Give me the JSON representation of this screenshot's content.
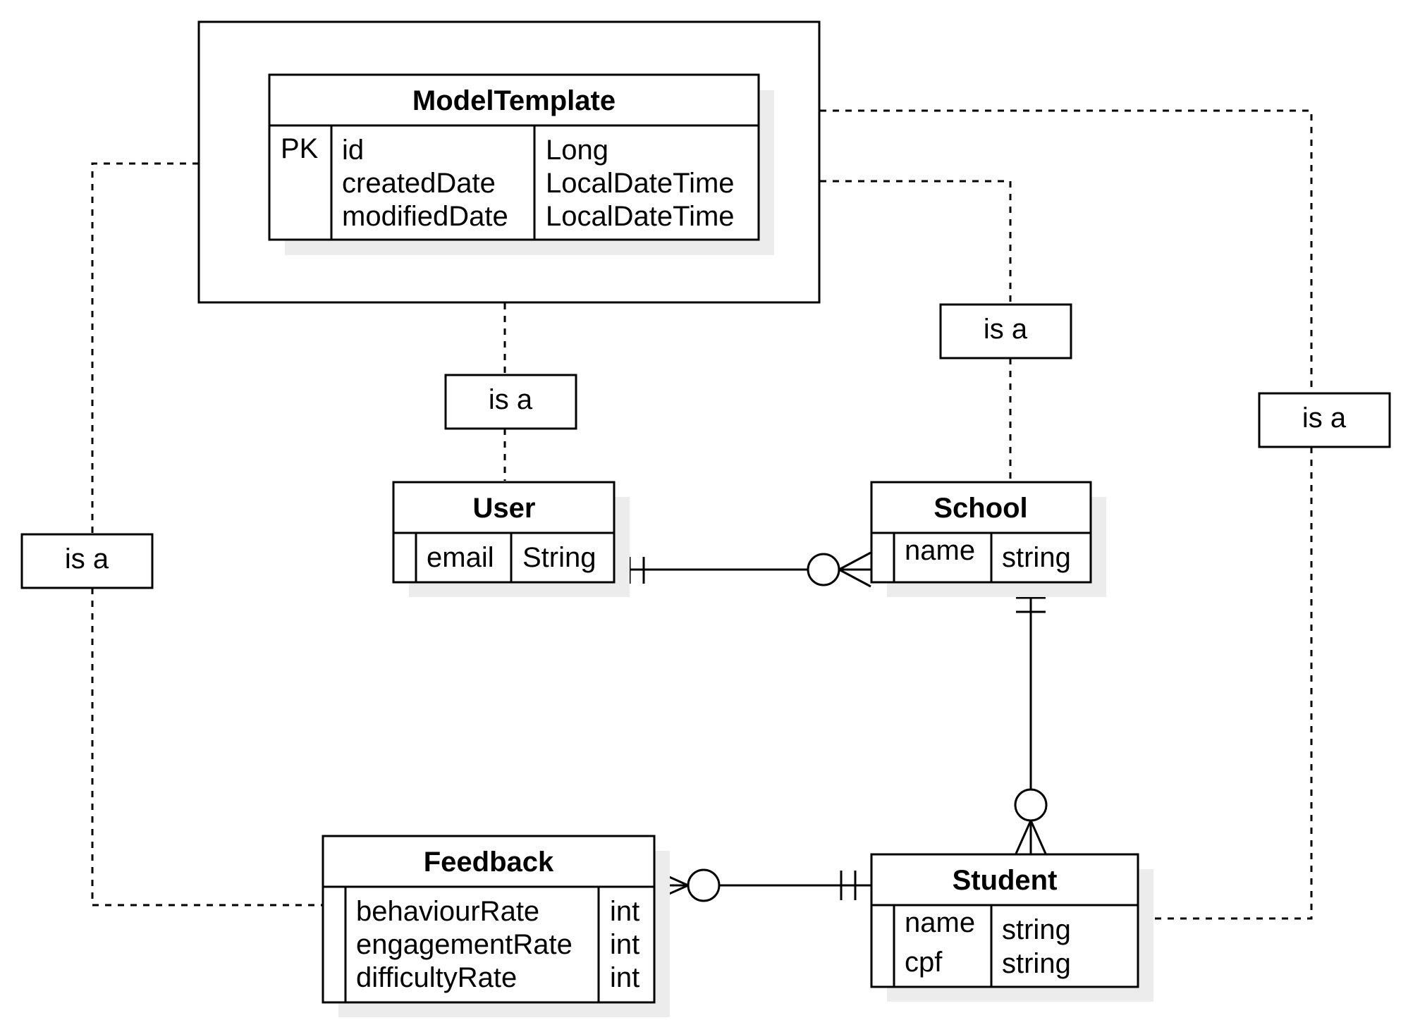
{
  "entities": {
    "model_template": {
      "title": "ModelTemplate",
      "key": "PK",
      "fields": [
        "id",
        "createdDate",
        "modifiedDate"
      ],
      "types": [
        "Long",
        "LocalDateTime",
        "LocalDateTime"
      ]
    },
    "user": {
      "title": "User",
      "fields": [
        "email"
      ],
      "types": [
        "String"
      ]
    },
    "school": {
      "title": "School",
      "fields": [
        "name"
      ],
      "types": [
        "string"
      ]
    },
    "feedback": {
      "title": "Feedback",
      "fields": [
        "behaviourRate",
        "engagementRate",
        "difficultyRate"
      ],
      "types": [
        "int",
        "int",
        "int"
      ]
    },
    "student": {
      "title": "Student",
      "fields": [
        "name",
        "cpf"
      ],
      "types": [
        "string",
        "string"
      ]
    }
  },
  "relationships": {
    "user_isa_label": "is a",
    "school_isa_label": "is a",
    "student_isa_label": "is a",
    "feedback_isa_label": "is a",
    "user_school": "one-to-zero-or-many",
    "school_student": "one-to-zero-or-many",
    "student_feedback": "one-to-zero-or-many"
  }
}
